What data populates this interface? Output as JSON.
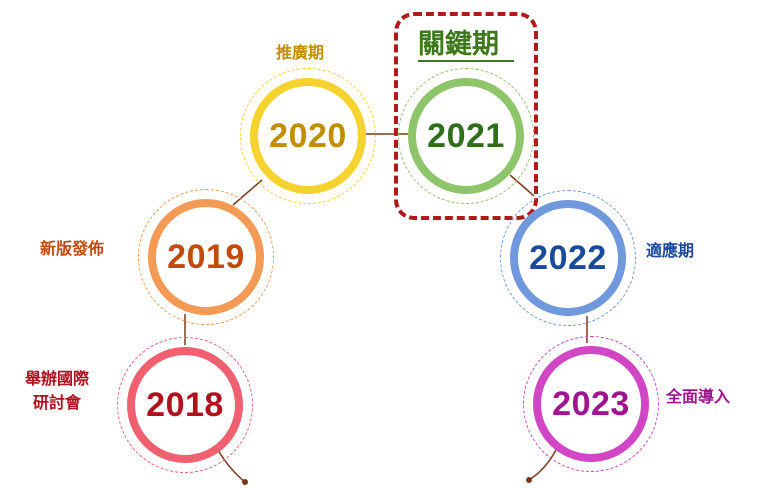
{
  "highlight": {
    "title": "關鍵期",
    "color": "#b01a1a",
    "title_color": "#3e7a1c"
  },
  "milestones": [
    {
      "year": "2018",
      "label_lines": [
        "舉辦國際",
        "研討會"
      ],
      "color": "#f06070",
      "text_color": "#b0121e"
    },
    {
      "year": "2019",
      "label_lines": [
        "新版發佈"
      ],
      "color": "#f59a55",
      "text_color": "#c24a0c"
    },
    {
      "year": "2020",
      "label_lines": [
        "推廣期"
      ],
      "color": "#f5d22e",
      "text_color": "#c38d00"
    },
    {
      "year": "2021",
      "label_lines": [],
      "color": "#8fc56a",
      "text_color": "#2f6e1a"
    },
    {
      "year": "2022",
      "label_lines": [
        "適應期"
      ],
      "color": "#6f99dc",
      "text_color": "#1a4a9a"
    },
    {
      "year": "2023",
      "label_lines": [
        "全面導入"
      ],
      "color": "#d146c5",
      "text_color": "#a0158f"
    }
  ],
  "connector_color": "#7a3a1e"
}
